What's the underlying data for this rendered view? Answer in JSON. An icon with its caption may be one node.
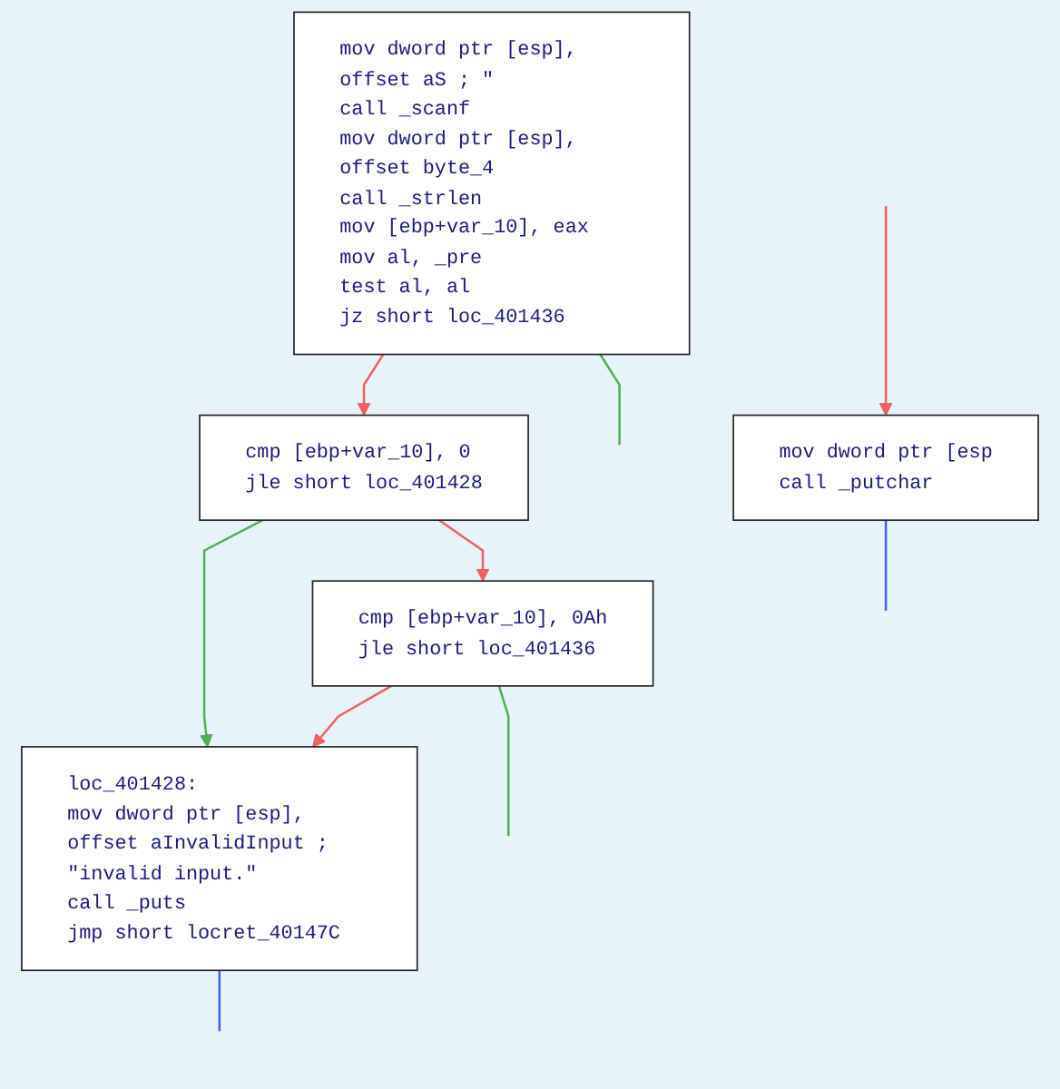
{
  "diagram": {
    "nodes": [
      {
        "text": [
          "mov dword ptr [esp], offset aS ; \"",
          "call _scanf",
          "mov dword ptr [esp], offset byte_4",
          "call _strlen",
          "mov [ebp+var_10], eax",
          "mov al, _pre",
          "test al, al",
          "jz short loc_401436"
        ]
      },
      {
        "text": [
          "cmp [ebp+var_10], 0",
          "jle short loc_401428"
        ]
      },
      {
        "text": [
          "cmp [ebp+var_10], 0Ah",
          "jle short loc_401436"
        ]
      },
      {
        "text": [
          "loc_401428:",
          "mov dword ptr [esp], offset aInvalidInput ; \"invalid input.\"",
          "call _puts",
          "jmp short locret_40147C"
        ]
      },
      {
        "text": [
          "mov dword ptr [esp",
          "call _putchar"
        ]
      }
    ],
    "edges": [
      {
        "from": 0,
        "to": 1,
        "arrow": "to",
        "color": "#f06060"
      },
      {
        "from": 0,
        "to": null,
        "arrow": "none",
        "color": "#50b050"
      },
      {
        "from": 1,
        "to": 3,
        "arrow": "to",
        "color": "#50b050"
      },
      {
        "from": 1,
        "to": 2,
        "arrow": "to",
        "color": "#f06060"
      },
      {
        "from": 2,
        "to": 3,
        "arrow": "to",
        "color": "#f06060"
      },
      {
        "from": 2,
        "to": null,
        "arrow": "none",
        "color": "#50b050"
      },
      {
        "from": null,
        "to": 4,
        "arrow": "to",
        "color": "#f06060"
      },
      {
        "from": 3,
        "to": null,
        "arrow": "none",
        "color": "#4060f0"
      },
      {
        "from": 4,
        "to": null,
        "arrow": "none",
        "color": "#4060f0"
      }
    ]
  }
}
